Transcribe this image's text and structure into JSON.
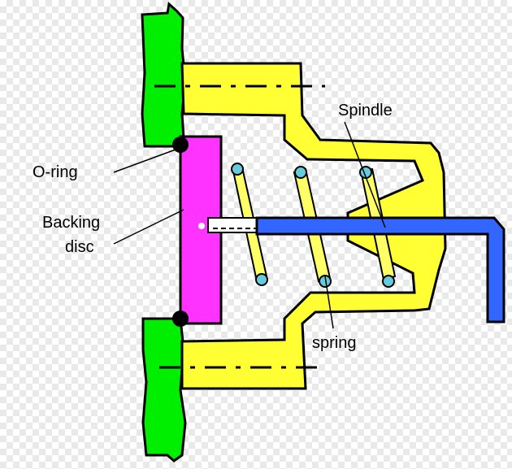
{
  "labels": {
    "oring": "O-ring",
    "backing_line1": "Backing",
    "backing_line2": "disc",
    "spindle": "Spindle",
    "spring": "spring"
  },
  "colors": {
    "wall": "#00ee00",
    "body": "#ffff33",
    "backing_disc": "#ff33ff",
    "spindle": "#3366ff",
    "coil": "#66ccdd",
    "outline": "#000000"
  }
}
